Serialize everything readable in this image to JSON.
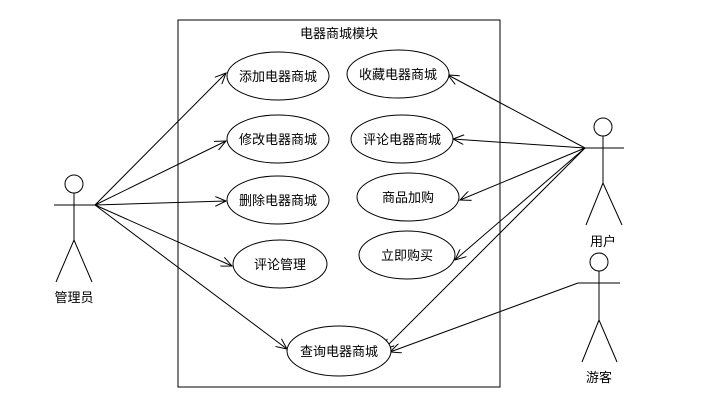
{
  "system": {
    "title": "电器商城模块"
  },
  "actors": {
    "admin": "管理员",
    "user": "用户",
    "guest": "游客"
  },
  "use_cases": {
    "add": "添加电器商城",
    "edit": "修改电器商城",
    "delete": "删除电器商城",
    "review_manage": "评论管理",
    "query": "查询电器商城",
    "favorite": "收藏电器商城",
    "review": "评论电器商城",
    "cart": "商品加购",
    "buy": "立即购买"
  }
}
